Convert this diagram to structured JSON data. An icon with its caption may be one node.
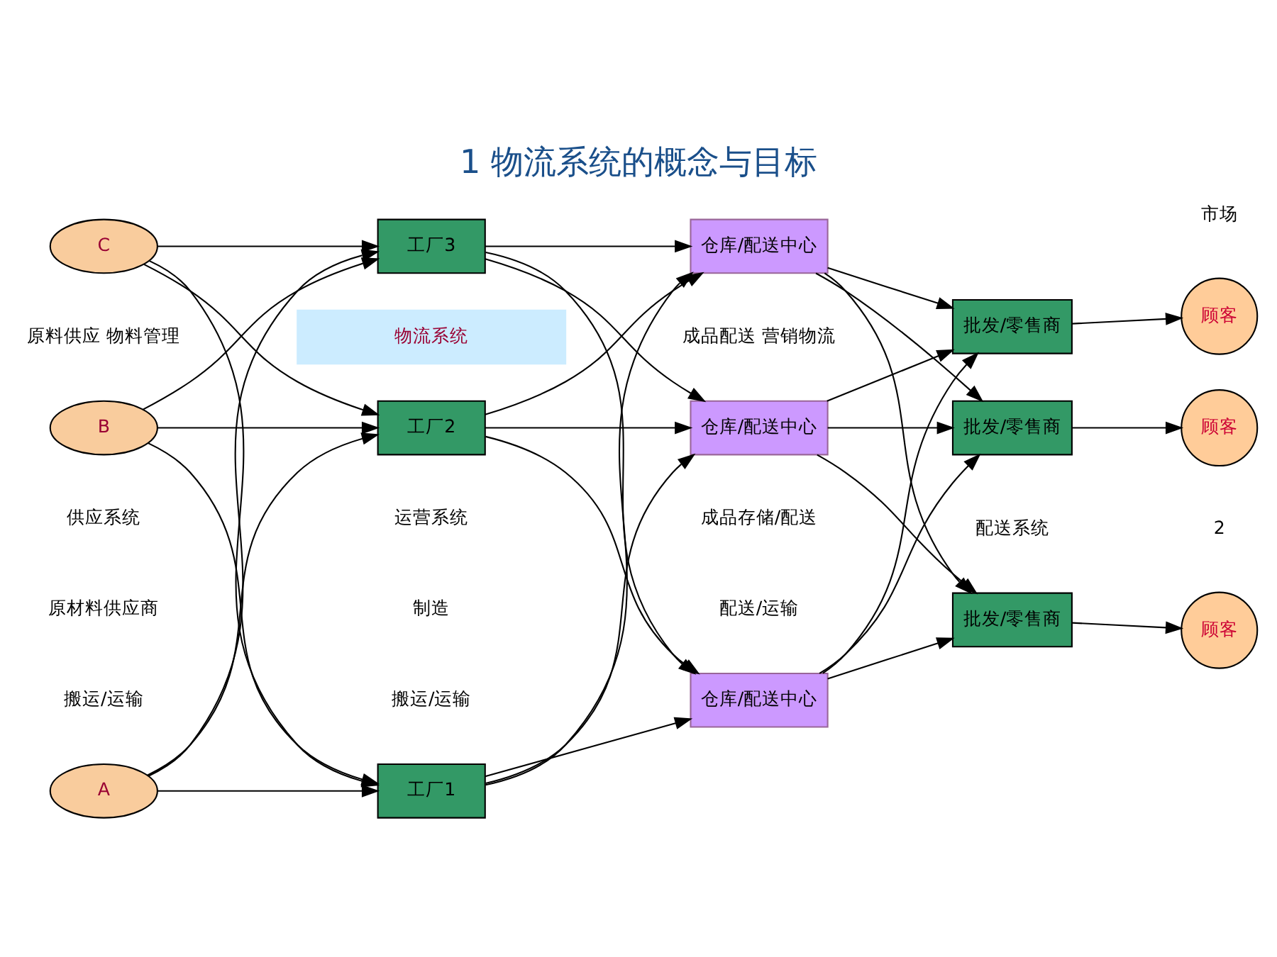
{
  "diagram": {
    "title": "1 物流系统的概念与目标",
    "nodes": [
      {
        "text": [
          "A"
        ]
      },
      {
        "text": [
          "B"
        ]
      },
      {
        "text": [
          "C"
        ]
      },
      {
        "text": [
          "工厂1"
        ]
      },
      {
        "text": [
          "工厂2"
        ]
      },
      {
        "text": [
          "工厂3"
        ]
      },
      {
        "text": [
          "仓库/配送中心"
        ]
      },
      {
        "text": [
          "仓库/配送中心"
        ]
      },
      {
        "text": [
          "仓库/配送中心"
        ]
      },
      {
        "text": [
          "批发/零售商"
        ]
      },
      {
        "text": [
          "批发/零售商"
        ]
      },
      {
        "text": [
          "批发/零售商"
        ]
      },
      {
        "text": [
          "顾客"
        ]
      },
      {
        "text": [
          "顾客"
        ]
      },
      {
        "text": [
          "顾客"
        ]
      },
      {
        "text": [
          "物流系统"
        ]
      }
    ],
    "edges": [
      {
        "from": 0,
        "to": 3,
        "arrow": "to"
      },
      {
        "from": 0,
        "to": 4,
        "arrow": "to"
      },
      {
        "from": 0,
        "to": 5,
        "arrow": "to"
      },
      {
        "from": 1,
        "to": 3,
        "arrow": "to"
      },
      {
        "from": 1,
        "to": 4,
        "arrow": "to"
      },
      {
        "from": 1,
        "to": 5,
        "arrow": "to"
      },
      {
        "from": 2,
        "to": 3,
        "arrow": "to"
      },
      {
        "from": 2,
        "to": 4,
        "arrow": "to"
      },
      {
        "from": 2,
        "to": 5,
        "arrow": "to"
      },
      {
        "from": 3,
        "to": 6,
        "arrow": "to"
      },
      {
        "from": 3,
        "to": 7,
        "arrow": "to"
      },
      {
        "from": 3,
        "to": 8,
        "arrow": "to"
      },
      {
        "from": 4,
        "to": 6,
        "arrow": "to"
      },
      {
        "from": 4,
        "to": 7,
        "arrow": "to"
      },
      {
        "from": 4,
        "to": 8,
        "arrow": "to"
      },
      {
        "from": 5,
        "to": 6,
        "arrow": "to"
      },
      {
        "from": 5,
        "to": 7,
        "arrow": "to"
      },
      {
        "from": 5,
        "to": 8,
        "arrow": "to"
      },
      {
        "from": 6,
        "to": 9,
        "arrow": "to"
      },
      {
        "from": 6,
        "to": 10,
        "arrow": "to"
      },
      {
        "from": 6,
        "to": 11,
        "arrow": "to"
      },
      {
        "from": 7,
        "to": 9,
        "arrow": "to"
      },
      {
        "from": 7,
        "to": 10,
        "arrow": "to"
      },
      {
        "from": 7,
        "to": 11,
        "arrow": "to"
      },
      {
        "from": 8,
        "to": 9,
        "arrow": "to"
      },
      {
        "from": 8,
        "to": 10,
        "arrow": "to"
      },
      {
        "from": 8,
        "to": 11,
        "arrow": "to"
      },
      {
        "from": 9,
        "to": 12,
        "arrow": "to"
      },
      {
        "from": 10,
        "to": 13,
        "arrow": "to"
      },
      {
        "from": 11,
        "to": 14,
        "arrow": "to"
      }
    ],
    "labels": [
      "供应系统",
      "运营系统",
      "配送系统",
      "原材料供应商",
      "制造",
      "成品存储/配送",
      "市场",
      "搬运/运输",
      "搬运/运输",
      "配送/运输",
      "原料供应 物料管理",
      "成品配送 营销物流",
      "2"
    ]
  }
}
